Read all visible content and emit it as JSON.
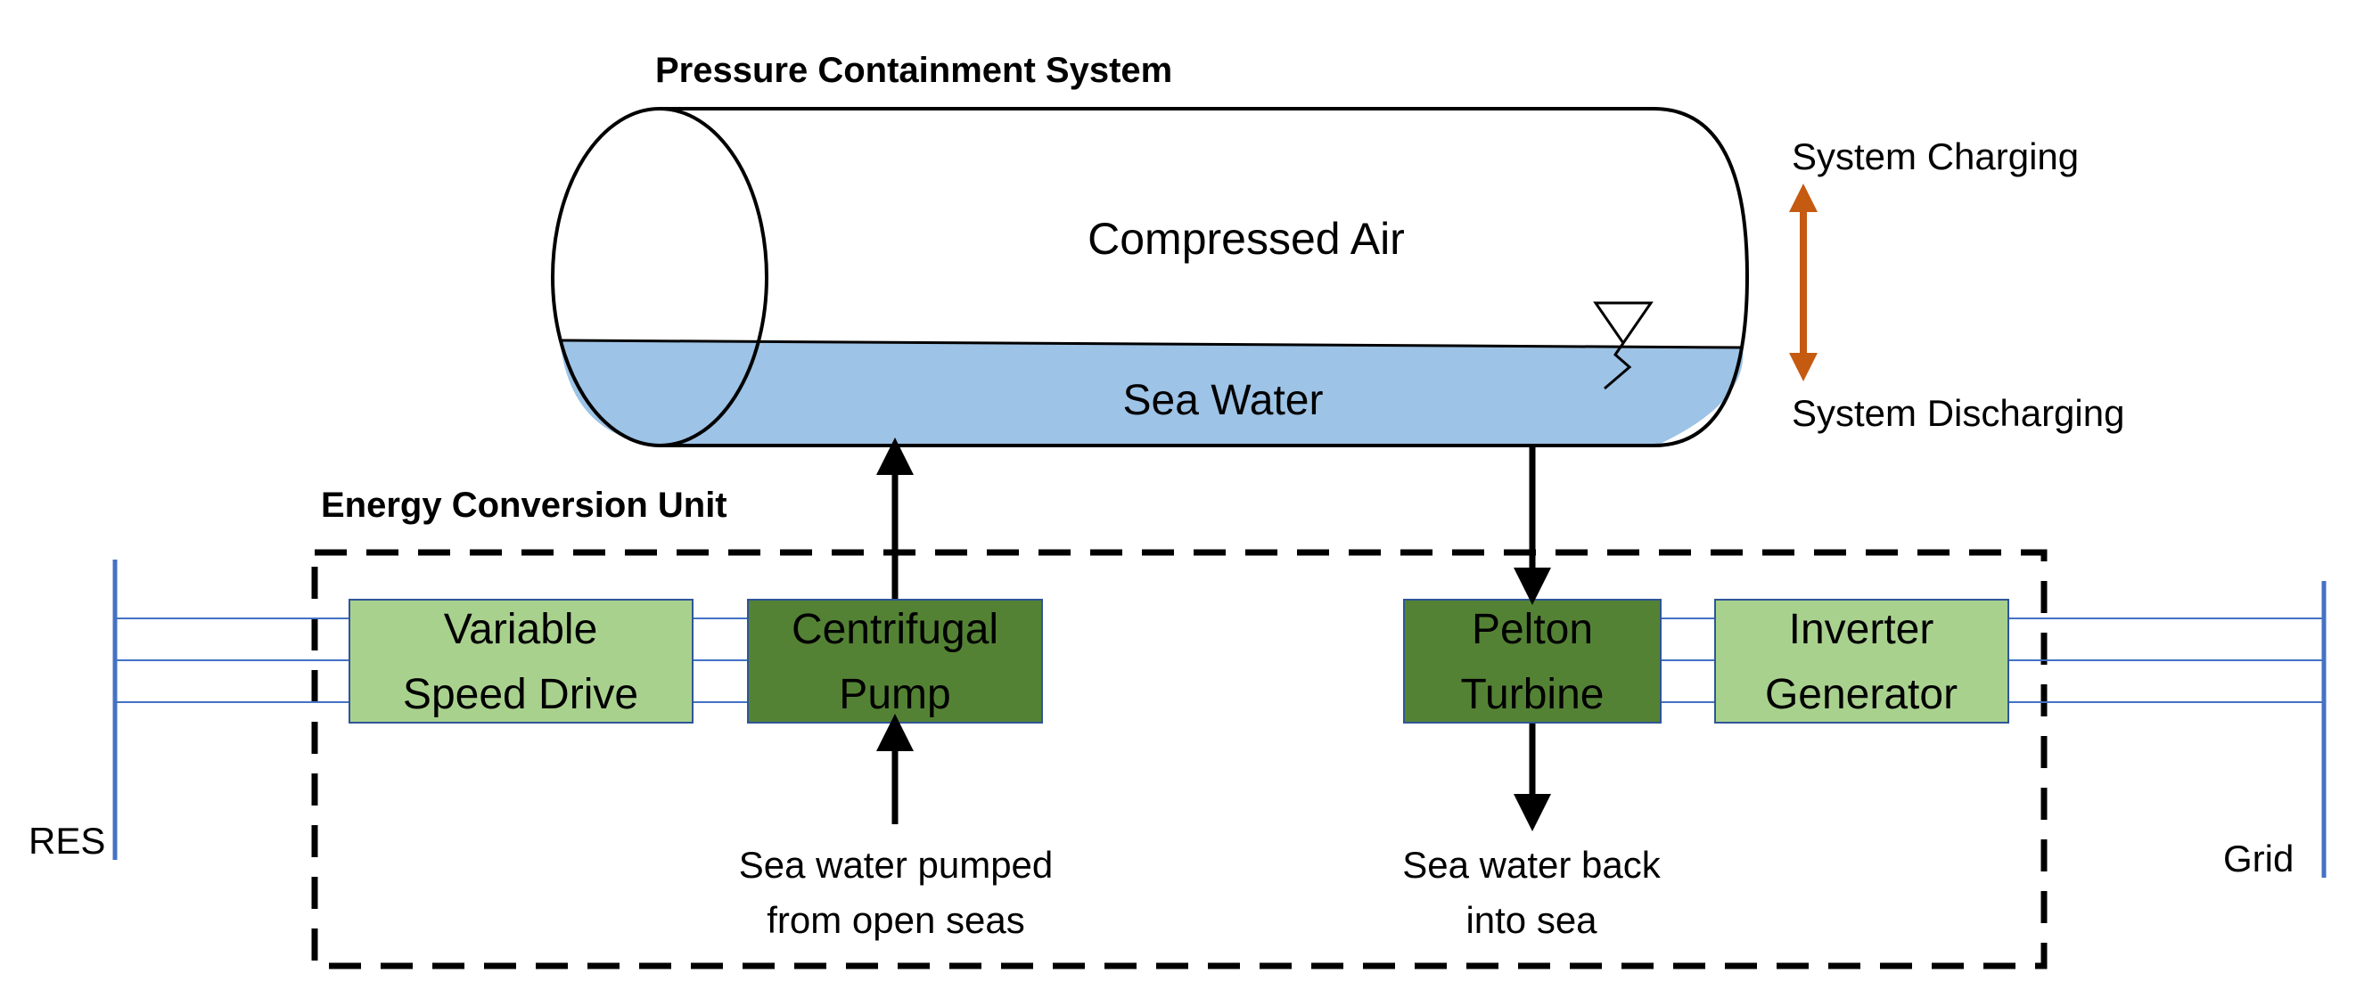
{
  "titles": {
    "pressure_system": "Pressure Containment System",
    "energy_unit": "Energy Conversion Unit"
  },
  "tank": {
    "air_label": "Compressed Air",
    "water_label": "Sea Water"
  },
  "status": {
    "charging": "System Charging",
    "discharging": "System Discharging"
  },
  "components": {
    "vsd_line1": "Variable",
    "vsd_line2": "Speed Drive",
    "pump_line1": "Centrifugal",
    "pump_line2": "Pump",
    "turbine_line1": "Pelton",
    "turbine_line2": "Turbine",
    "inverter_line1": "Inverter",
    "inverter_line2": "Generator"
  },
  "flows": {
    "intake_line1": "Sea water pumped",
    "intake_line2": "from open seas",
    "outflow_line1": "Sea water back",
    "outflow_line2": "into sea"
  },
  "buses": {
    "left": "RES",
    "right": "Grid"
  },
  "colors": {
    "light_green": "#a9d18e",
    "dark_green": "#548235",
    "water_blue": "#9dc3e6",
    "arrow_orange": "#c55a11",
    "bus_blue": "#4472c4",
    "box_border": "#2f5597"
  }
}
